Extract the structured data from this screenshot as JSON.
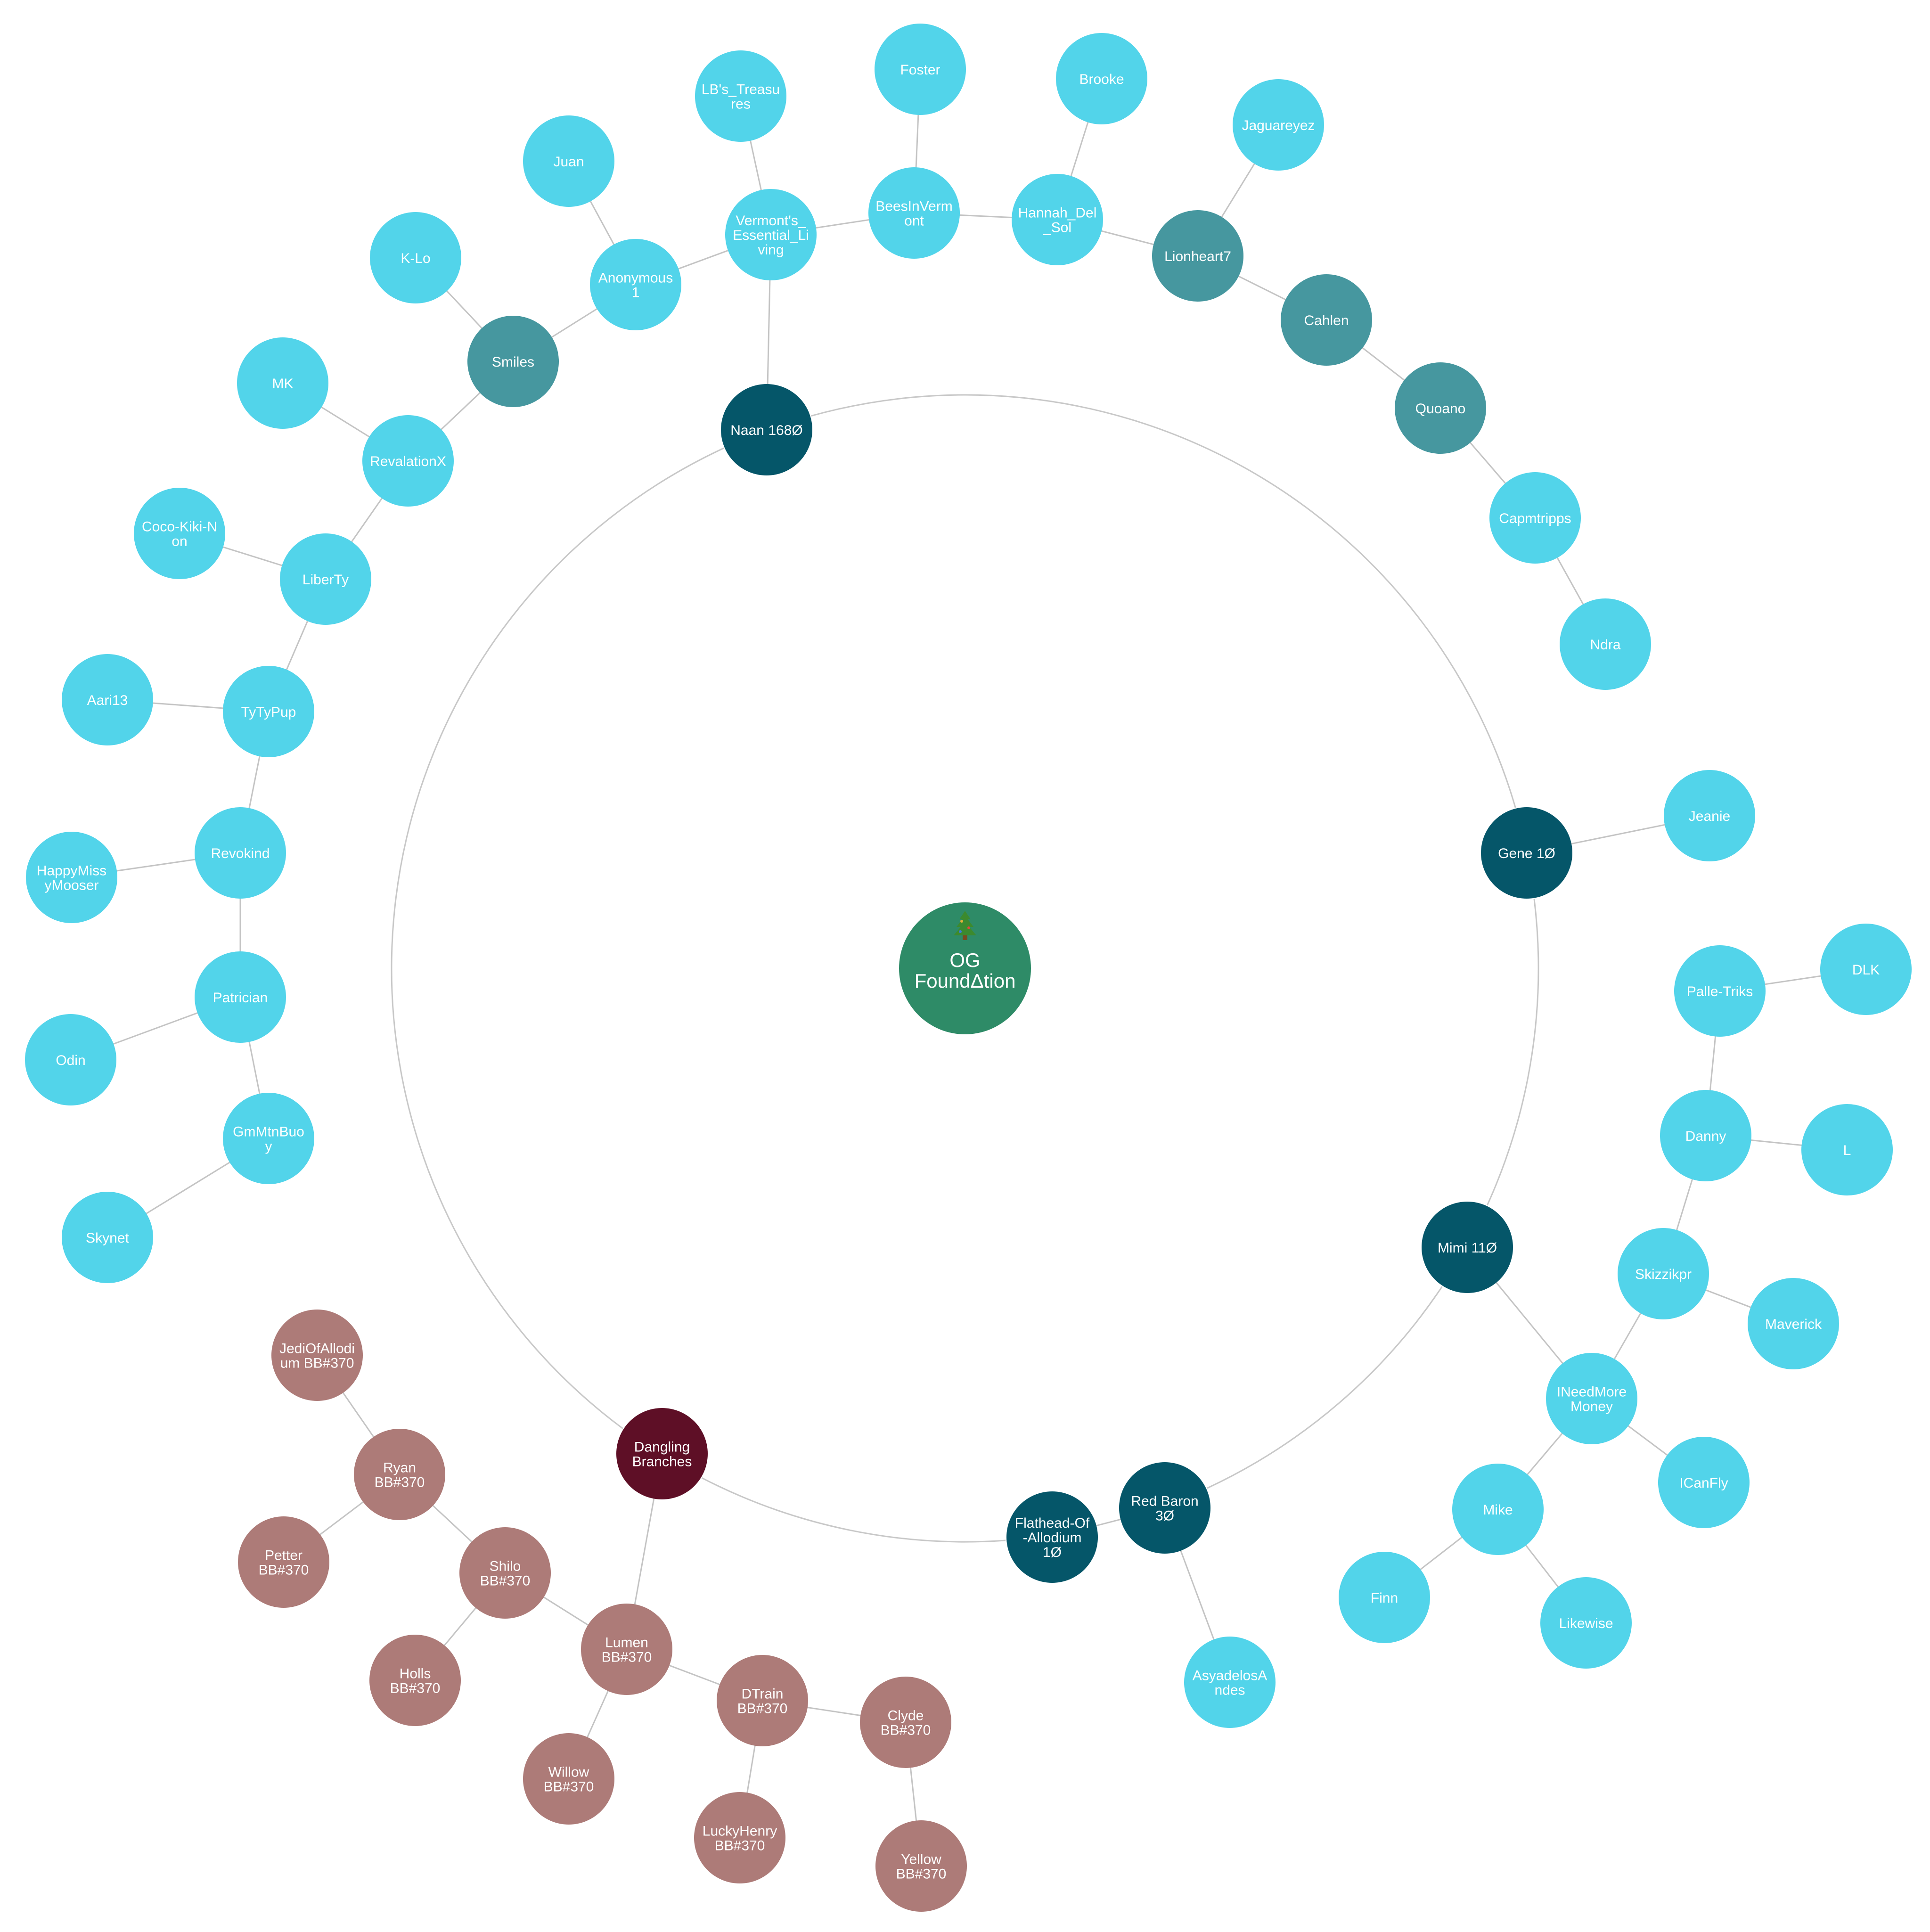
{
  "root": {
    "lines": [
      "OG",
      "FoundΔtion"
    ],
    "icon": "pine-tree-icon",
    "color": "#2e8b67"
  },
  "colors": {
    "light": "#52d4ea",
    "mid": "#46979f",
    "dark": "#055669",
    "maroon": "#5e0f26",
    "rose": "#ad7b78",
    "edge": "#c4c4c4",
    "ring": "#c8c8c8"
  },
  "nodes": [
    {
      "id": "naan",
      "lines": [
        "Naan 168Ø"
      ],
      "color": "dark"
    },
    {
      "id": "gene",
      "lines": [
        "Gene 1Ø"
      ],
      "color": "dark"
    },
    {
      "id": "mimi",
      "lines": [
        "Mimi 11Ø"
      ],
      "color": "dark"
    },
    {
      "id": "redbaron",
      "lines": [
        "Red Baron",
        "3Ø"
      ],
      "color": "dark"
    },
    {
      "id": "flathead",
      "lines": [
        "Flathead-Of",
        "-Allodium",
        "1Ø"
      ],
      "color": "dark"
    },
    {
      "id": "dangling",
      "lines": [
        "Dangling",
        "Branches"
      ],
      "color": "maroon"
    },
    {
      "id": "vermonts",
      "lines": [
        "Vermont's_",
        "Essential_Li",
        "ving"
      ],
      "color": "light"
    },
    {
      "id": "lbs",
      "lines": [
        "LB's_Treasu",
        "res"
      ],
      "color": "light"
    },
    {
      "id": "bees",
      "lines": [
        "BeesInVerm",
        "ont"
      ],
      "color": "light"
    },
    {
      "id": "foster",
      "lines": [
        "Foster"
      ],
      "color": "light"
    },
    {
      "id": "hannah",
      "lines": [
        "Hannah_Del",
        "_Sol"
      ],
      "color": "light"
    },
    {
      "id": "brooke",
      "lines": [
        "Brooke"
      ],
      "color": "light"
    },
    {
      "id": "lionheart",
      "lines": [
        "Lionheart7"
      ],
      "color": "mid"
    },
    {
      "id": "jaguareyez",
      "lines": [
        "Jaguareyez"
      ],
      "color": "light"
    },
    {
      "id": "cahlen",
      "lines": [
        "Cahlen"
      ],
      "color": "mid"
    },
    {
      "id": "quoano",
      "lines": [
        "Quoano"
      ],
      "color": "mid"
    },
    {
      "id": "capmtripps",
      "lines": [
        "Capmtripps"
      ],
      "color": "light"
    },
    {
      "id": "ndra",
      "lines": [
        "Ndra"
      ],
      "color": "light"
    },
    {
      "id": "anonymous",
      "lines": [
        "Anonymous",
        "1"
      ],
      "color": "light"
    },
    {
      "id": "juan",
      "lines": [
        "Juan"
      ],
      "color": "light"
    },
    {
      "id": "smiles",
      "lines": [
        "Smiles"
      ],
      "color": "mid"
    },
    {
      "id": "klo",
      "lines": [
        "K-Lo"
      ],
      "color": "light"
    },
    {
      "id": "revalationx",
      "lines": [
        "RevalationX"
      ],
      "color": "light"
    },
    {
      "id": "mk",
      "lines": [
        "MK"
      ],
      "color": "light"
    },
    {
      "id": "liberty",
      "lines": [
        "LiberTy"
      ],
      "color": "light"
    },
    {
      "id": "coco",
      "lines": [
        "Coco-Kiki-N",
        "on"
      ],
      "color": "light"
    },
    {
      "id": "tytypup",
      "lines": [
        "TyTyPup"
      ],
      "color": "light"
    },
    {
      "id": "aari13",
      "lines": [
        "Aari13"
      ],
      "color": "light"
    },
    {
      "id": "revokind",
      "lines": [
        "Revokind"
      ],
      "color": "light"
    },
    {
      "id": "happymiss",
      "lines": [
        "HappyMiss",
        "yMooser"
      ],
      "color": "light"
    },
    {
      "id": "patrician",
      "lines": [
        "Patrician"
      ],
      "color": "light"
    },
    {
      "id": "odin",
      "lines": [
        "Odin"
      ],
      "color": "light"
    },
    {
      "id": "gmmtnbuoy",
      "lines": [
        "GmMtnBuo",
        "y"
      ],
      "color": "light"
    },
    {
      "id": "skynet",
      "lines": [
        "Skynet"
      ],
      "color": "light"
    },
    {
      "id": "jeanie",
      "lines": [
        "Jeanie"
      ],
      "color": "light"
    },
    {
      "id": "ineedmore",
      "lines": [
        "INeedMore",
        "Money"
      ],
      "color": "light"
    },
    {
      "id": "skizzikpr",
      "lines": [
        "Skizzikpr"
      ],
      "color": "light"
    },
    {
      "id": "maverick",
      "lines": [
        "Maverick"
      ],
      "color": "light"
    },
    {
      "id": "danny",
      "lines": [
        "Danny"
      ],
      "color": "light"
    },
    {
      "id": "l",
      "lines": [
        "L"
      ],
      "color": "light"
    },
    {
      "id": "palletriks",
      "lines": [
        "Palle-Triks"
      ],
      "color": "light"
    },
    {
      "id": "dlk",
      "lines": [
        "DLK"
      ],
      "color": "light"
    },
    {
      "id": "icanfly",
      "lines": [
        "ICanFly"
      ],
      "color": "light"
    },
    {
      "id": "mike",
      "lines": [
        "Mike"
      ],
      "color": "light"
    },
    {
      "id": "finn",
      "lines": [
        "Finn"
      ],
      "color": "light"
    },
    {
      "id": "likewise",
      "lines": [
        "Likewise"
      ],
      "color": "light"
    },
    {
      "id": "asyadelos",
      "lines": [
        "AsyadelosA",
        "ndes"
      ],
      "color": "light"
    },
    {
      "id": "lumen",
      "lines": [
        "Lumen",
        "BB#370"
      ],
      "color": "rose"
    },
    {
      "id": "shilo",
      "lines": [
        "Shilo",
        "BB#370"
      ],
      "color": "rose"
    },
    {
      "id": "holls",
      "lines": [
        "Holls",
        "BB#370"
      ],
      "color": "rose"
    },
    {
      "id": "ryan",
      "lines": [
        "Ryan",
        "BB#370"
      ],
      "color": "rose"
    },
    {
      "id": "jedi",
      "lines": [
        "JediOfAllodi",
        "um BB#370"
      ],
      "color": "rose"
    },
    {
      "id": "petter",
      "lines": [
        "Petter",
        "BB#370"
      ],
      "color": "rose"
    },
    {
      "id": "willow",
      "lines": [
        "Willow",
        "BB#370"
      ],
      "color": "rose"
    },
    {
      "id": "dtrain",
      "lines": [
        "DTrain",
        "BB#370"
      ],
      "color": "rose"
    },
    {
      "id": "luckyhenry",
      "lines": [
        "LuckyHenry",
        "BB#370"
      ],
      "color": "rose"
    },
    {
      "id": "clyde",
      "lines": [
        "Clyde",
        "BB#370"
      ],
      "color": "rose"
    },
    {
      "id": "yellow",
      "lines": [
        "Yellow",
        "BB#370"
      ],
      "color": "rose"
    }
  ],
  "edges": [
    [
      "naan",
      "vermonts"
    ],
    [
      "vermonts",
      "lbs"
    ],
    [
      "vermonts",
      "bees"
    ],
    [
      "bees",
      "foster"
    ],
    [
      "bees",
      "hannah"
    ],
    [
      "hannah",
      "brooke"
    ],
    [
      "hannah",
      "lionheart"
    ],
    [
      "lionheart",
      "jaguareyez"
    ],
    [
      "lionheart",
      "cahlen"
    ],
    [
      "cahlen",
      "quoano"
    ],
    [
      "quoano",
      "capmtripps"
    ],
    [
      "capmtripps",
      "ndra"
    ],
    [
      "vermonts",
      "anonymous"
    ],
    [
      "anonymous",
      "juan"
    ],
    [
      "anonymous",
      "smiles"
    ],
    [
      "smiles",
      "klo"
    ],
    [
      "smiles",
      "revalationx"
    ],
    [
      "revalationx",
      "mk"
    ],
    [
      "revalationx",
      "liberty"
    ],
    [
      "liberty",
      "coco"
    ],
    [
      "liberty",
      "tytypup"
    ],
    [
      "tytypup",
      "aari13"
    ],
    [
      "tytypup",
      "revokind"
    ],
    [
      "revokind",
      "happymiss"
    ],
    [
      "revokind",
      "patrician"
    ],
    [
      "patrician",
      "odin"
    ],
    [
      "patrician",
      "gmmtnbuoy"
    ],
    [
      "gmmtnbuoy",
      "skynet"
    ],
    [
      "gene",
      "jeanie"
    ],
    [
      "mimi",
      "ineedmore"
    ],
    [
      "ineedmore",
      "skizzikpr"
    ],
    [
      "skizzikpr",
      "maverick"
    ],
    [
      "skizzikpr",
      "danny"
    ],
    [
      "danny",
      "l"
    ],
    [
      "danny",
      "palletriks"
    ],
    [
      "palletriks",
      "dlk"
    ],
    [
      "ineedmore",
      "icanfly"
    ],
    [
      "ineedmore",
      "mike"
    ],
    [
      "mike",
      "finn"
    ],
    [
      "mike",
      "likewise"
    ],
    [
      "redbaron",
      "flathead"
    ],
    [
      "redbaron",
      "asyadelos"
    ],
    [
      "dangling",
      "lumen"
    ],
    [
      "lumen",
      "shilo"
    ],
    [
      "shilo",
      "holls"
    ],
    [
      "shilo",
      "ryan"
    ],
    [
      "ryan",
      "jedi"
    ],
    [
      "ryan",
      "petter"
    ],
    [
      "lumen",
      "willow"
    ],
    [
      "lumen",
      "dtrain"
    ],
    [
      "dtrain",
      "luckyhenry"
    ],
    [
      "dtrain",
      "clyde"
    ],
    [
      "clyde",
      "yellow"
    ]
  ],
  "ring_links": [
    [
      "naan",
      "gene",
      "cw"
    ],
    [
      "gene",
      "mimi",
      "cw"
    ],
    [
      "mimi",
      "redbaron",
      "cw"
    ],
    [
      "flathead",
      "dangling",
      "cw"
    ],
    [
      "dangling",
      "naan",
      "cw"
    ]
  ]
}
